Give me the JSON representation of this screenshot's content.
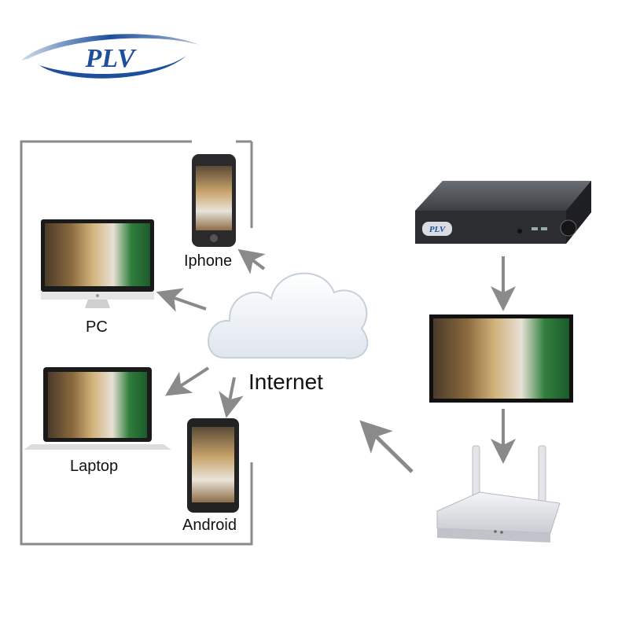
{
  "brand": {
    "logo_text": "PLV",
    "colors": {
      "primary": "#1d4f9c",
      "swoosh": "#1d4f9c",
      "frame": "#8a8a8a",
      "arrow": "#8a8a8a"
    }
  },
  "devices": {
    "iphone": {
      "label": "Iphone"
    },
    "pc": {
      "label": "PC"
    },
    "laptop": {
      "label": "Laptop"
    },
    "android": {
      "label": "Android"
    },
    "cloud": {
      "label": "Internet"
    },
    "dvr": {
      "badge": "PLV"
    }
  },
  "icons": [
    "plv-logo",
    "iphone-icon",
    "pc-monitor-icon",
    "laptop-icon",
    "android-phone-icon",
    "cloud-icon",
    "dvr-recorder-icon",
    "monitor-display-icon",
    "wifi-router-icon",
    "arrow-icon"
  ]
}
